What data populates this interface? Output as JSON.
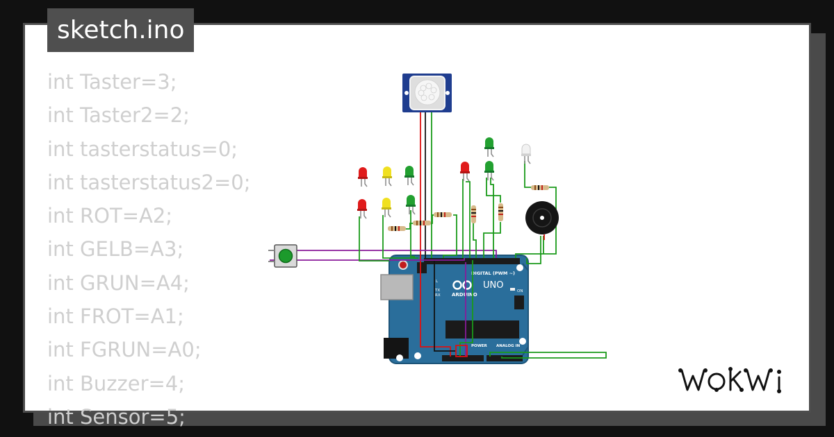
{
  "file": {
    "name": "sketch.ino"
  },
  "code_lines": [
    "int Taster=3;",
    "int Taster2=2;",
    "int tasterstatus=0;",
    "int tasterstatus2=0;",
    "int ROT=A2;",
    "int GELB=A3;",
    "int GRUN=A4;",
    "int FROT=A1;",
    "int FGRUN=A0;",
    "int Buzzer=4;",
    "int Sensor=5;"
  ],
  "board": {
    "name": "UNO",
    "brand": "ARDUINO",
    "digital_label": "DIGITAL (PWM ~)",
    "power_label": "POWER",
    "analog_label": "ANALOG IN",
    "on_label": "ON",
    "tx_label": "TX",
    "rx_label": "RX",
    "l_label": "L"
  },
  "colors": {
    "board": "#2a6e9b",
    "wire_green": "#1a9a1a",
    "wire_purple": "#8a1a9a",
    "wire_red": "#dd1111",
    "led_red": "#e01b1b",
    "led_yellow": "#f0e020",
    "led_green": "#22a030",
    "led_white": "#f2f2f2"
  },
  "brand": {
    "name": "WOKWI"
  }
}
